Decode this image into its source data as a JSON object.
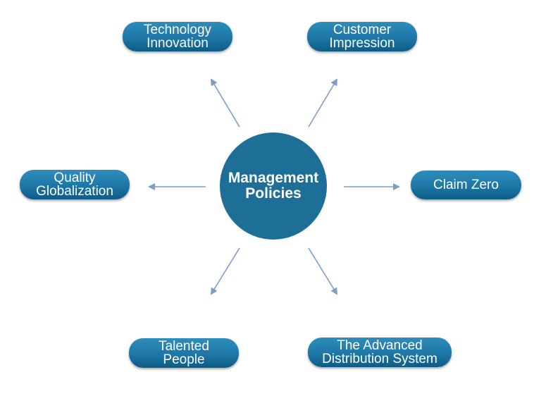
{
  "center": {
    "line1": "Management",
    "line2": "Policies"
  },
  "policies": [
    {
      "label": "Technology\nInnovation"
    },
    {
      "label": "Customer\nImpression"
    },
    {
      "label": "Quality\nGlobalization"
    },
    {
      "label": "Claim Zero"
    },
    {
      "label": "Talented\nPeople"
    },
    {
      "label": "The Advanced\nDistribution System"
    }
  ],
  "colors": {
    "node": "#1d6f98",
    "arrow": "#7d9dc9",
    "text": "#ffffff"
  }
}
